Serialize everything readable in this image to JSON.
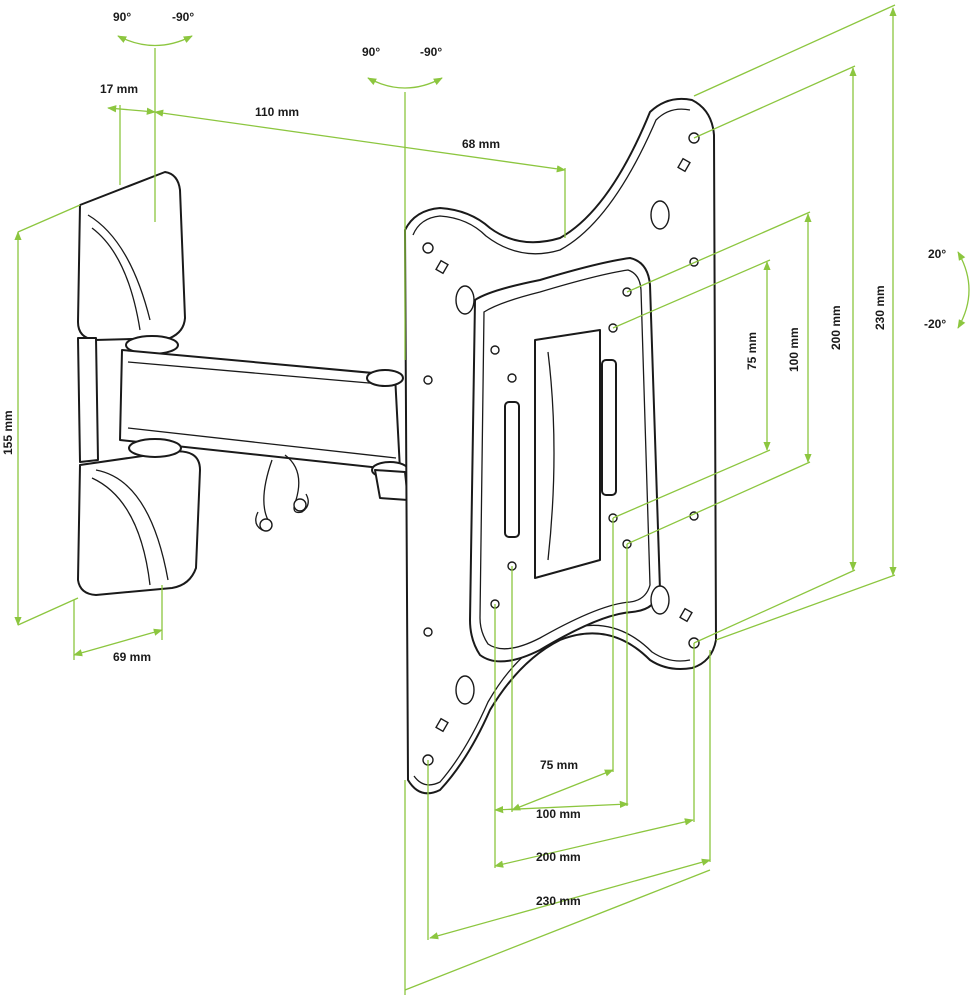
{
  "colors": {
    "dimension_line": "#8cc63f",
    "outline": "#1a1a1a",
    "background": "#ffffff"
  },
  "rotation": {
    "wall_swivel": {
      "left": "90°",
      "right": "-90°"
    },
    "arm_swivel": {
      "left": "90°",
      "right": "-90°"
    },
    "tilt": {
      "up": "20°",
      "down": "-20°"
    }
  },
  "dimensions": {
    "wall_offset": "17 mm",
    "arm_length": "110 mm",
    "arm_to_plate": "68 mm",
    "wall_plate_height": "155 mm",
    "wall_plate_width": "69 mm",
    "vesa_v_75": "75 mm",
    "vesa_v_100": "100 mm",
    "vesa_v_200": "200 mm",
    "vesa_v_230": "230 mm",
    "vesa_h_75": "75 mm",
    "vesa_h_100": "100 mm",
    "vesa_h_200": "200 mm",
    "vesa_h_230": "230 mm"
  }
}
